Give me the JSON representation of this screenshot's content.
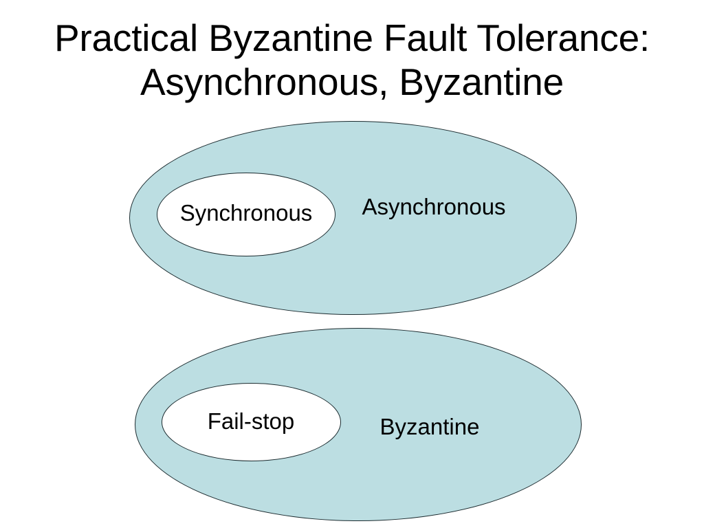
{
  "slide": {
    "title_lines": [
      "Practical Byzantine Fault Tolerance:",
      "Asynchronous, Byzantine"
    ],
    "background_color": "#ffffff",
    "text_color": "#000000"
  },
  "diagram": {
    "type": "venn-nested-ellipses",
    "fill_color": "#bcdee2",
    "inner_fill_color": "#ffffff",
    "stroke_color": "#1b2a2e",
    "groups": [
      {
        "name": "timing-model",
        "outer_label": "Asynchronous",
        "inner_label": "Synchronous"
      },
      {
        "name": "fault-model",
        "outer_label": "Byzantine",
        "inner_label": "Fail-stop"
      }
    ]
  }
}
